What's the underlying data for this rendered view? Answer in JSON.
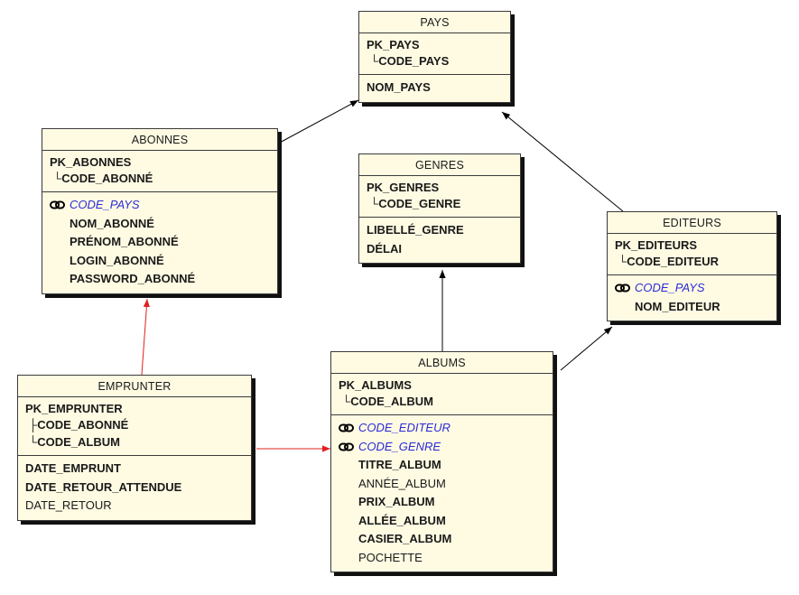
{
  "entities": {
    "pays": {
      "title": "PAYS",
      "pk_name": "PK_PAYS",
      "pk_columns": [
        "CODE_PAYS"
      ],
      "attributes": [
        "NOM_PAYS"
      ]
    },
    "abonnes": {
      "title": "ABONNES",
      "pk_name": "PK_ABONNES",
      "pk_columns": [
        "CODE_ABONNÉ"
      ],
      "foreign_keys": [
        "CODE_PAYS"
      ],
      "attributes": [
        "NOM_ABONNÉ",
        "PRÉNOM_ABONNÉ",
        "LOGIN_ABONNÉ",
        "PASSWORD_ABONNÉ"
      ]
    },
    "genres": {
      "title": "GENRES",
      "pk_name": "PK_GENRES",
      "pk_columns": [
        "CODE_GENRE"
      ],
      "attributes": [
        "LIBELLÉ_GENRE",
        "DÉLAI"
      ]
    },
    "editeurs": {
      "title": "EDITEURS",
      "pk_name": "PK_EDITEURS",
      "pk_columns": [
        "CODE_EDITEUR"
      ],
      "foreign_keys": [
        "CODE_PAYS"
      ],
      "attributes": [
        "NOM_EDITEUR"
      ]
    },
    "emprunter": {
      "title": "EMPRUNTER",
      "pk_name": "PK_EMPRUNTER",
      "pk_columns": [
        "CODE_ABONNÉ",
        "CODE_ALBUM"
      ],
      "attributes": [
        "DATE_EMPRUNT",
        "DATE_RETOUR_ATTENDUE",
        "DATE_RETOUR"
      ]
    },
    "albums": {
      "title": "ALBUMS",
      "pk_name": "PK_ALBUMS",
      "pk_columns": [
        "CODE_ALBUM"
      ],
      "foreign_keys": [
        "CODE_EDITEUR",
        "CODE_GENRE"
      ],
      "attributes": [
        "TITRE_ALBUM",
        "ANNÉE_ALBUM",
        "PRIX_ALBUM",
        "ALLÉE_ALBUM",
        "CASIER_ALBUM",
        "POCHETTE"
      ]
    }
  },
  "colors": {
    "entity_fill": "#fffbe3",
    "fk_text": "#2b2bd8",
    "relation_black": "#000000",
    "relation_red": "#e02020"
  }
}
